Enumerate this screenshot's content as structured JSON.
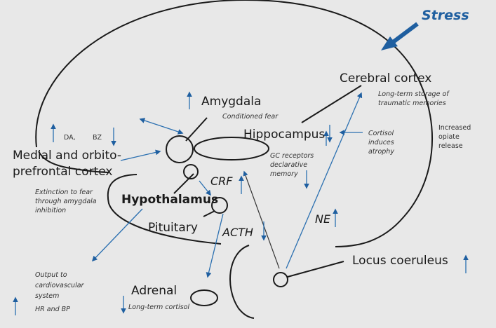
{
  "diagram": {
    "accent_color": "#1f5fa0",
    "stress_label": "Stress",
    "regions": {
      "cerebral_cortex": "Cerebral cortex",
      "amygdala": "Amygdala",
      "hippocampus": "Hippocampus",
      "prefrontal_line1": "Medial and orbito-",
      "prefrontal_line2": "prefrontal cortex",
      "hypothalamus": "Hypothalamus",
      "pituitary": "Pituitary",
      "adrenal": "Adrenal",
      "locus_coeruleus": "Locus coeruleus"
    },
    "signals": {
      "crf": "CRF",
      "acth": "ACTH",
      "ne": "NE",
      "da": "DA,",
      "bz": "BZ"
    },
    "notes": {
      "cortex_line1": "Long-term storage of",
      "cortex_line2": "traumatic memories",
      "amygdala": "Conditioned fear",
      "hippo_line1": "GC receptors",
      "hippo_line2": "declarative",
      "hippo_line3": "memory",
      "cortisol_line1": "Cortisol",
      "cortisol_line2": "induces",
      "cortisol_line3": "atrophy",
      "opiate_line1": "Increased",
      "opiate_line2": "opiate",
      "opiate_line3": "release",
      "extinction_line1": "Extinction to fear",
      "extinction_line2": "through amygdala",
      "extinction_line3": "inhibition",
      "output_line1": "Output to",
      "output_line2": "cardiovascular",
      "output_line3": "system",
      "hrbp": "HR and BP",
      "adrenal": "Long-term cortisol"
    }
  }
}
